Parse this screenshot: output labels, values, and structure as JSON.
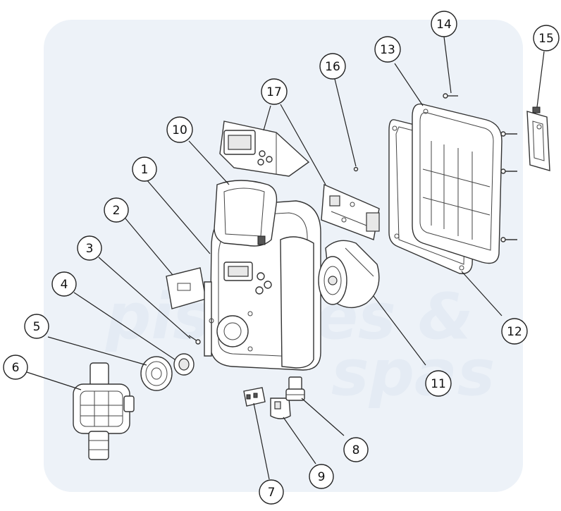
{
  "watermark": {
    "line1": "piscines &",
    "line2": "spas"
  },
  "callouts": [
    {
      "number": "1"
    },
    {
      "number": "2"
    },
    {
      "number": "3"
    },
    {
      "number": "4"
    },
    {
      "number": "5"
    },
    {
      "number": "6"
    },
    {
      "number": "7"
    },
    {
      "number": "8"
    },
    {
      "number": "9"
    },
    {
      "number": "10"
    },
    {
      "number": "11"
    },
    {
      "number": "12"
    },
    {
      "number": "13"
    },
    {
      "number": "14"
    },
    {
      "number": "15"
    },
    {
      "number": "16"
    },
    {
      "number": "17"
    }
  ],
  "colors": {
    "line": "#222222",
    "background": "#ffffff",
    "watermark": "#edf2f8"
  }
}
